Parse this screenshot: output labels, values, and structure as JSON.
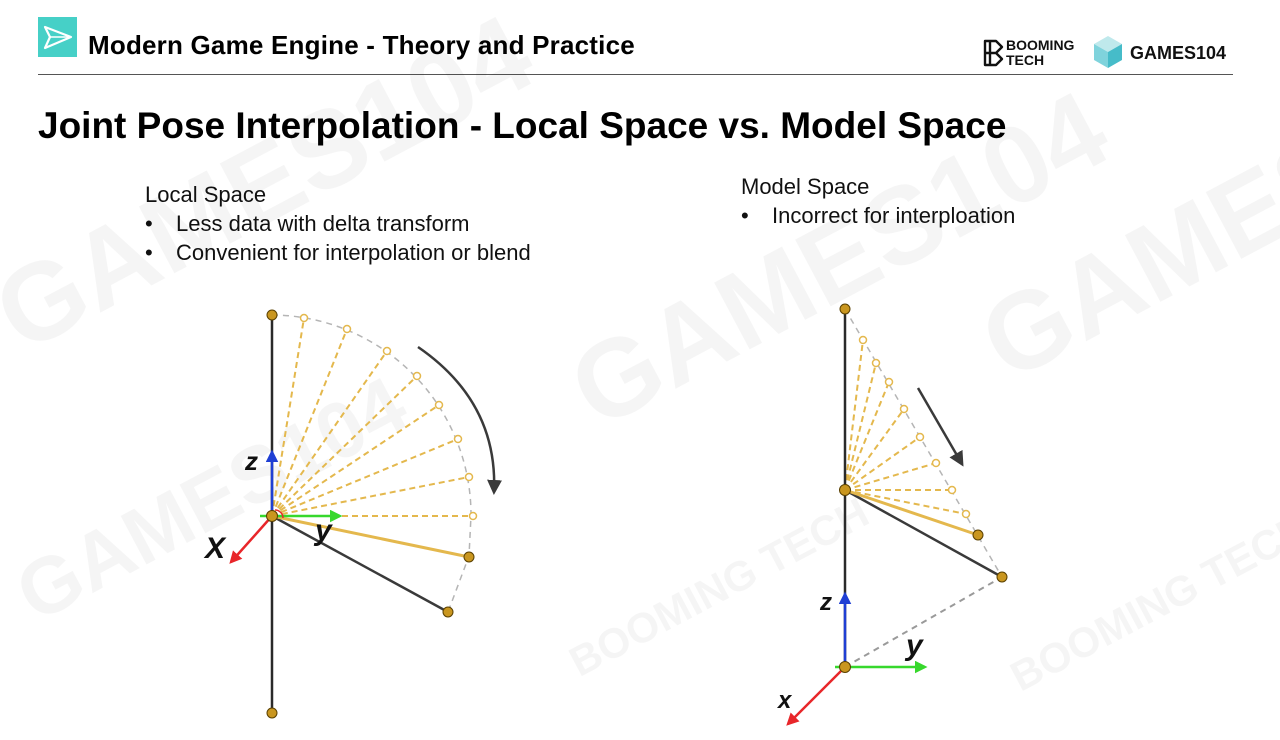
{
  "header": {
    "course_title": "Modern Game Engine - Theory and Practice",
    "brand_booming": [
      "BOOMING",
      "TECH"
    ],
    "brand_games": "GAMES104"
  },
  "slide": {
    "title": "Joint Pose Interpolation - Local Space vs. Model Space"
  },
  "local_space": {
    "heading": "Local Space",
    "bullets": [
      "Less data with delta transform",
      "Convenient for interpolation or blend"
    ],
    "axes": {
      "z": "z",
      "x": "X",
      "y": "y"
    }
  },
  "model_space": {
    "heading": "Model Space",
    "bullets": [
      "Incorrect for interploation"
    ],
    "axes": {
      "z": "z",
      "x": "x",
      "y": "y"
    }
  },
  "watermarks": [
    "GAMES104",
    "BOOMING TECH"
  ],
  "colors": {
    "accent": "#46d0c7",
    "joint": "#c9961f",
    "interp": "#e4b84d",
    "bone": "#3a3a3a",
    "axis_z": "#1f3fd4",
    "axis_x": "#e8262a",
    "axis_y": "#37d82c",
    "arc": "#b5b5b5"
  }
}
